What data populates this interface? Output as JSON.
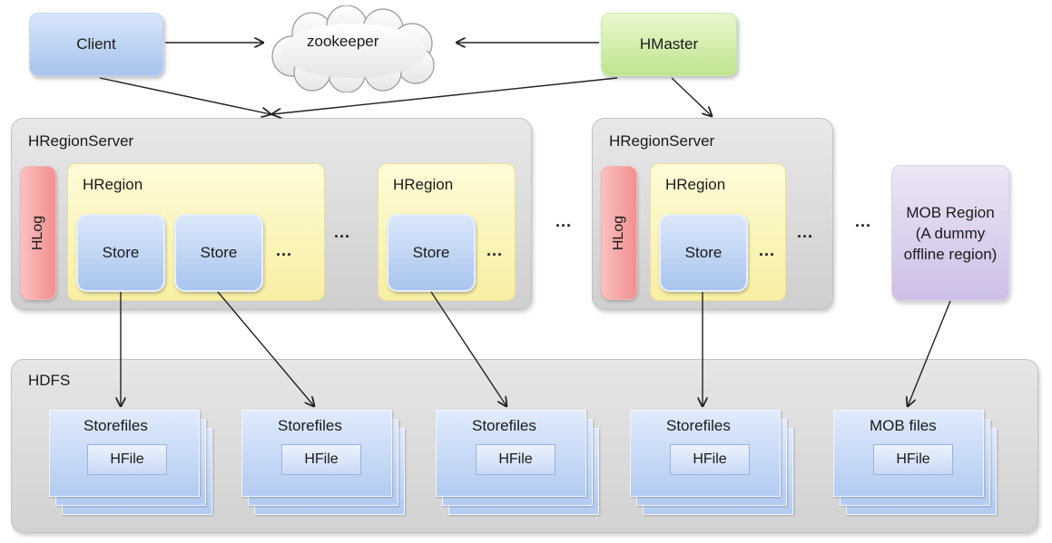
{
  "client": "Client",
  "zookeeper": "zookeeper",
  "hmaster": "HMaster",
  "servers": [
    {
      "title": "HRegionServer",
      "hlog": "HLog",
      "regions": [
        {
          "title": "HRegion",
          "stores": [
            "Store",
            "Store"
          ],
          "more": "..."
        },
        {
          "title": "HRegion",
          "stores": [
            "Store"
          ],
          "more": "..."
        }
      ],
      "more_regions": "..."
    },
    {
      "title": "HRegionServer",
      "hlog": "HLog",
      "regions": [
        {
          "title": "HRegion",
          "stores": [
            "Store"
          ],
          "more": "..."
        }
      ],
      "more_regions": "..."
    }
  ],
  "more_servers": "...",
  "mob_region": {
    "line1": "MOB Region",
    "line2": "(A dummy",
    "line3": "offline region)"
  },
  "hdfs": {
    "title": "HDFS",
    "groups": [
      {
        "title": "Storefiles",
        "file": "HFile"
      },
      {
        "title": "Storefiles",
        "file": "HFile"
      },
      {
        "title": "Storefiles",
        "file": "HFile"
      },
      {
        "title": "Storefiles",
        "file": "HFile"
      },
      {
        "title": "MOB files",
        "file": "HFile"
      }
    ]
  },
  "colors": {
    "client": "#a8c3ee",
    "hmaster": "#bfe48e",
    "region": "#f7efa3",
    "store": "#a9c4ee",
    "hlog": "#f28f8f",
    "mob": "#cdbfe6",
    "server": "#d6d6d6"
  }
}
